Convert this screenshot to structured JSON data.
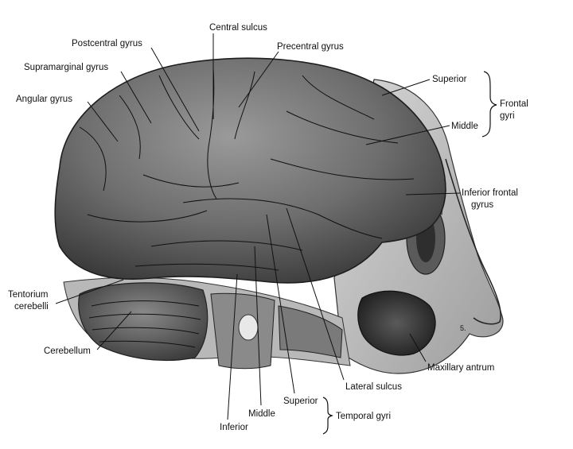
{
  "labels": {
    "central_sulcus": "Central sulcus",
    "postcentral_gyrus": "Postcentral gyrus",
    "precentral_gyrus": "Precentral gyrus",
    "supramarginal_gyrus": "Supramarginal gyrus",
    "angular_gyrus": "Angular gyrus",
    "superior_frontal": "Superior",
    "frontal_1": "Frontal",
    "frontal_2": "gyri",
    "middle_frontal": "Middle",
    "inferior_frontal_1": "Inferior frontal",
    "inferior_frontal_2": "gyrus",
    "tentorium_1": "Tentorium",
    "tentorium_2": "cerebelli",
    "cerebellum": "Cerebellum",
    "maxillary_antrum": "Maxillary antrum",
    "lateral_sulcus": "Lateral sulcus",
    "superior_temporal": "Superior",
    "middle_temporal": "Middle",
    "inferior_temporal": "Inferior",
    "temporal_gyri": "Temporal gyri",
    "plate_number": "5."
  }
}
